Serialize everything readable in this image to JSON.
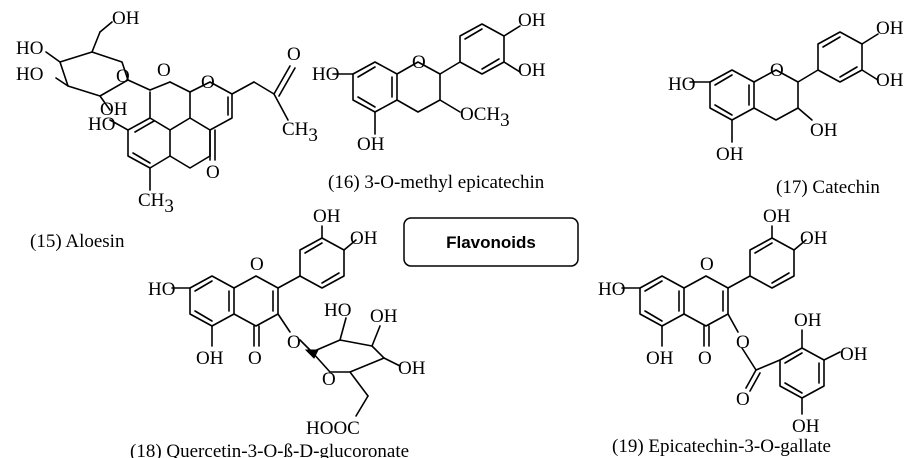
{
  "labels": {
    "oh": "OH",
    "ho": "HO",
    "o": "O",
    "och3": "OCH",
    "ch3": "CH",
    "sub3": "3",
    "hooc": "HOOC"
  },
  "box": {
    "title": "Flavonoids"
  },
  "compounds": [
    {
      "number": "(15)",
      "name": "Aloesin"
    },
    {
      "number": "(16)",
      "name": "3-O-methyl epicatechin"
    },
    {
      "number": "(17)",
      "name": "Catechin"
    },
    {
      "number": "(18)",
      "name_prefix": "Quercetin-3-O-",
      "beta": "ß",
      "name_suffix": "-D-glucoronate"
    },
    {
      "number": "(19)",
      "name": "Epicatechin-3-O-gallate"
    }
  ]
}
